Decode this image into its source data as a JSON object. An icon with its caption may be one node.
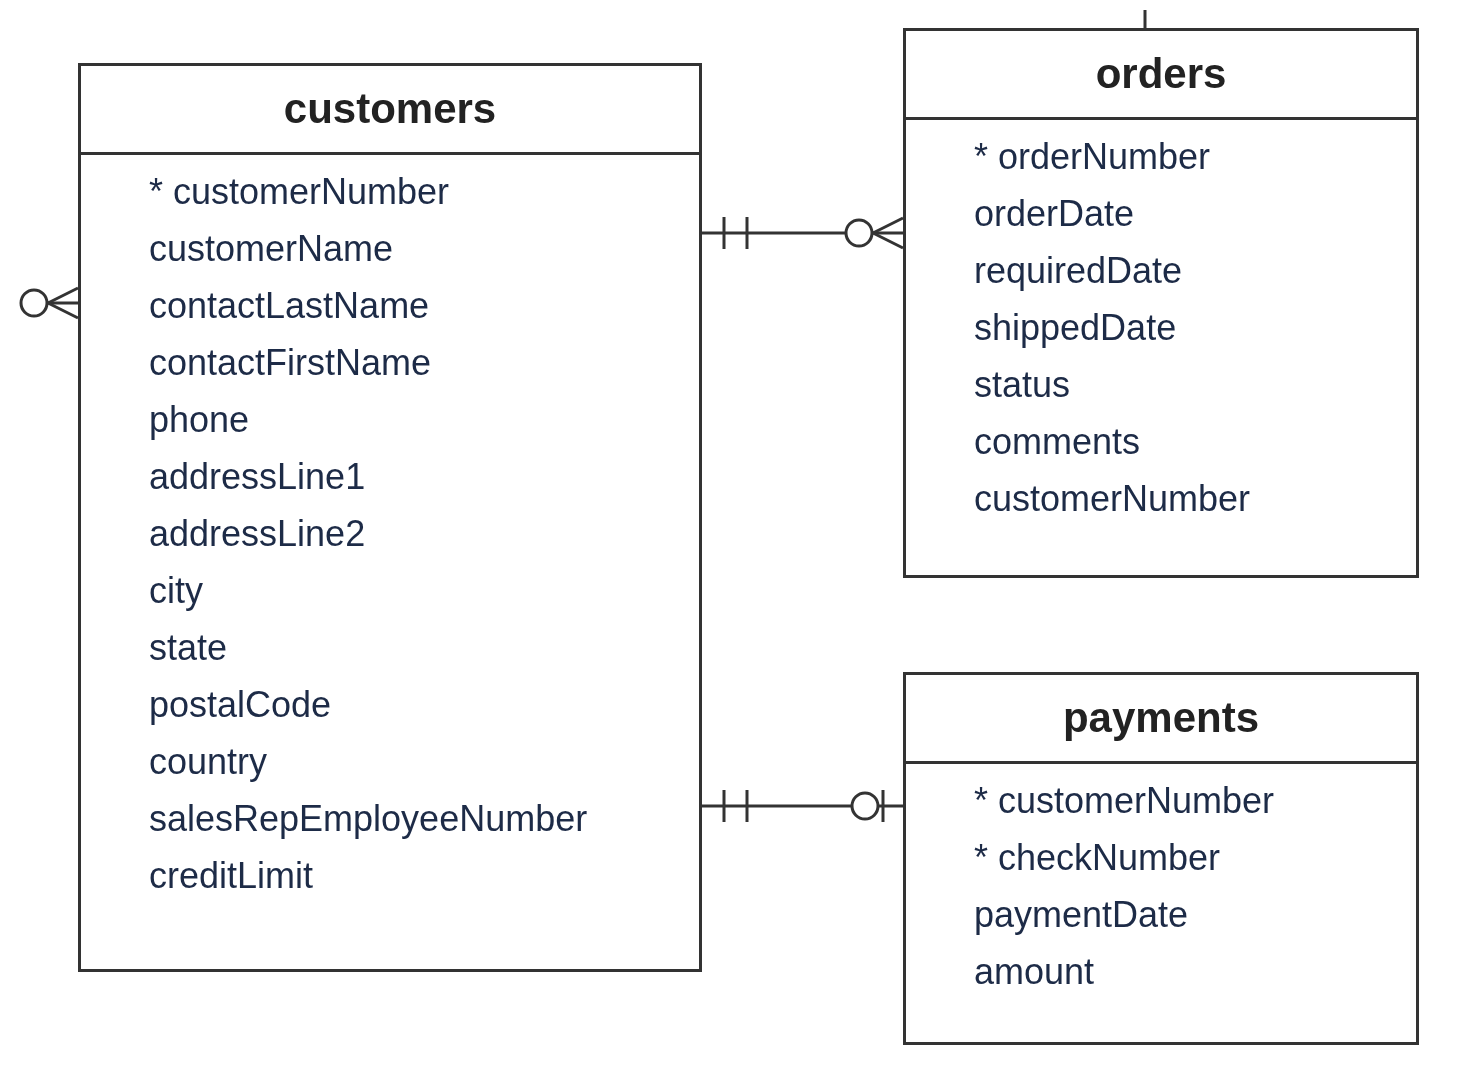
{
  "diagram": {
    "nodes": [
      {
        "text": [
          "customers",
          "* customerNumber",
          "customerName",
          "contactLastName",
          "contactFirstName",
          "phone",
          "addressLine1",
          "addressLine2",
          "city",
          "state",
          "postalCode",
          "country",
          "salesRepEmployeeNumber",
          "creditLimit"
        ]
      },
      {
        "text": [
          "orders",
          "* orderNumber",
          "orderDate",
          "requiredDate",
          "shippedDate",
          "status",
          "comments",
          "customerNumber"
        ]
      },
      {
        "text": [
          "payments",
          "* customerNumber",
          "* checkNumber",
          "paymentDate",
          "amount"
        ]
      }
    ],
    "edges": [
      {
        "from": 0,
        "to": 1,
        "arrow": "other"
      },
      {
        "from": 0,
        "to": 2,
        "arrow": "other"
      },
      {
        "from": null,
        "to": 0,
        "arrow": "other"
      },
      {
        "from": null,
        "to": 1,
        "arrow": "none"
      }
    ]
  }
}
